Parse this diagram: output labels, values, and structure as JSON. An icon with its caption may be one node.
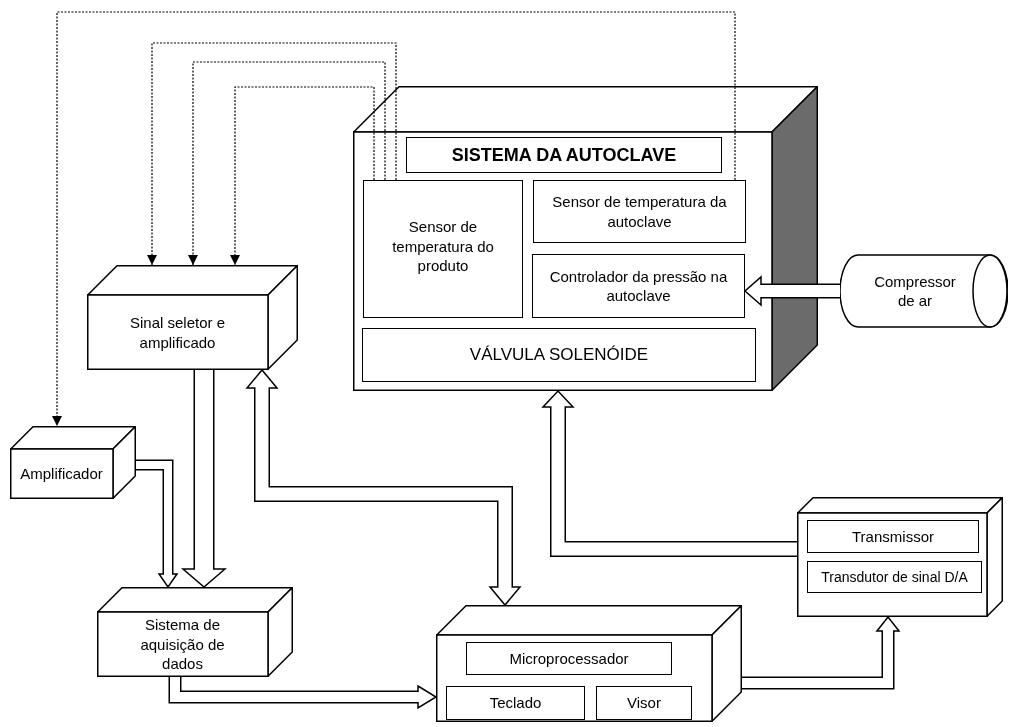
{
  "diagram": {
    "nodes": [
      {
        "text": [
          "SISTEMA DA AUTOCLAVE"
        ]
      },
      {
        "text": [
          "Sensor de temperatura do produto"
        ],
        "in": 0
      },
      {
        "text": [
          "Sensor de temperatura da autoclave"
        ],
        "in": 0
      },
      {
        "text": [
          "Controlador da pressão na autoclave"
        ],
        "in": 0
      },
      {
        "text": [
          "VÁLVULA SOLENÓIDE"
        ],
        "in": 0
      },
      {
        "text": [
          "Compressor de ar"
        ]
      },
      {
        "text": [
          "Sinal seletor e amplificado"
        ]
      },
      {
        "text": [
          "Amplificador"
        ]
      },
      {
        "text": [
          "Sistema de aquisição de dados"
        ]
      },
      {
        "text": [],
        "shape": "box"
      },
      {
        "text": [
          "Microprocessador"
        ],
        "in": 9
      },
      {
        "text": [
          "Teclado"
        ],
        "in": 9
      },
      {
        "text": [
          "Visor"
        ],
        "in": 9
      },
      {
        "text": [],
        "shape": "box"
      },
      {
        "text": [
          "Transmissor"
        ],
        "in": 13
      },
      {
        "text": [
          "Transdutor de sinal D/A"
        ],
        "in": 13
      }
    ],
    "edges": [
      {
        "from": 1,
        "to": 6,
        "arrow": "to",
        "style": "dashed"
      },
      {
        "from": 1,
        "to": 6,
        "arrow": "to",
        "style": "dashed"
      },
      {
        "from": 1,
        "to": 6,
        "arrow": "to",
        "style": "dashed"
      },
      {
        "from": 2,
        "to": 7,
        "arrow": "to",
        "style": "dashed"
      },
      {
        "from": 5,
        "to": 3,
        "arrow": "to"
      },
      {
        "from": 6,
        "to": 8,
        "arrow": "to"
      },
      {
        "from": 7,
        "to": 8,
        "arrow": "to"
      },
      {
        "from": 9,
        "to": 6,
        "arrow": "both"
      },
      {
        "from": 8,
        "to": 9,
        "arrow": "to"
      },
      {
        "from": 9,
        "to": 13,
        "arrow": "to"
      },
      {
        "from": 13,
        "to": 0,
        "arrow": "to"
      }
    ]
  }
}
